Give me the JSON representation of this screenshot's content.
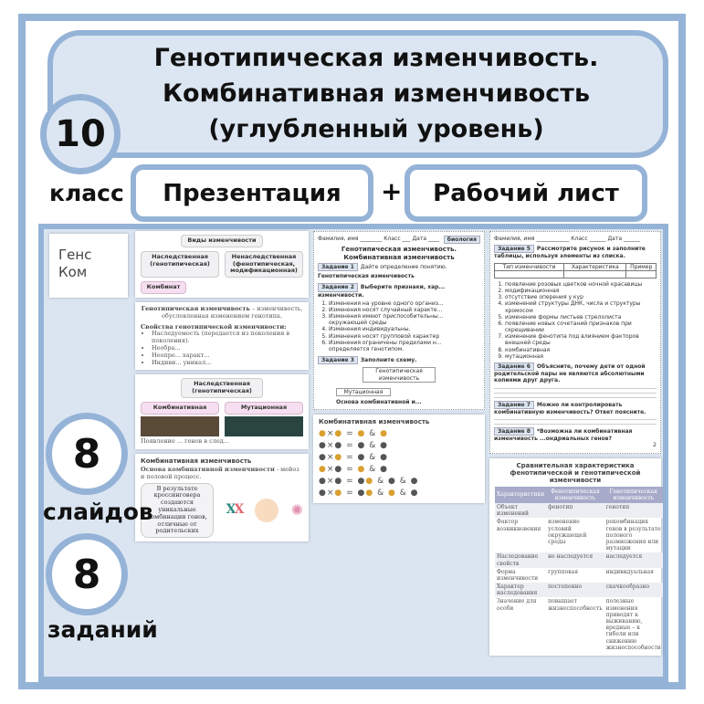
{
  "title": {
    "line1": "Генотипическая изменчивость.",
    "line2": "Комбинативная изменчивость",
    "line3": "(углубленный уровень)"
  },
  "grade": {
    "number": "10",
    "label": "класс"
  },
  "buttons": {
    "presentation": "Презентация",
    "plus": "+",
    "worksheet": "Рабочий лист"
  },
  "slides_count": {
    "number": "8",
    "label": "слайдов"
  },
  "tasks_count": {
    "number": "8",
    "label": "заданий"
  },
  "slide1": {
    "title_a": "Генс",
    "title_b": "Ком"
  },
  "slide2": {
    "root": "Виды изменчивости",
    "left": "Наследственная (генотипическая)",
    "right": "Ненаследственная (фенотипическая, модификационная)",
    "bottom": "Комбинат"
  },
  "slide3": {
    "def_bold": "Генотипическая изменчивость",
    "def_rest": " – изменчивость, обусловленная изменением генотипа.",
    "props_title": "Свойства генотипической изменчивости:",
    "props": [
      "Наследуемость (передается из поколения в поколения).",
      "Необра...",
      "Неопре... характ...",
      "Индиви... уникал..."
    ]
  },
  "slide4": {
    "root": "Наследственная (генотипическая)",
    "left": "Комбинативная",
    "right": "Мутационная",
    "caption": "Появление ... генов в след..."
  },
  "slide5": {
    "title": "Комбинативная изменчивость",
    "subtitle_bold": "Основа комбинативной изменчивости",
    "subtitle_rest": " - мейоз и половой процесс.",
    "box": "В результате кроссинговера создаются уникальные комбинации генов, отличные от родительских"
  },
  "slide6": {
    "title": "Комбинативная изменчивость"
  },
  "slide7": {
    "title": "Сравнительная характеристика фенотипической и генотипической изменчивости",
    "headers": [
      "Характеристики",
      "Фенотипическая изменчивость",
      "Генотипическая изменчивость"
    ],
    "rows": [
      [
        "Объект изменений",
        "фенотип",
        "генотип"
      ],
      [
        "Фактор возникновения",
        "изменение условий окружающей среды",
        "рекомбинация генов в результате полового размножения или мутации"
      ],
      [
        "Наследование свойств",
        "не наследуется",
        "наследуется"
      ],
      [
        "Форма изменчивости",
        "групповая",
        "индивидуальная"
      ],
      [
        "Характер наследования",
        "постепенно",
        "скачкообразно"
      ],
      [
        "Значение для особи",
        "повышает жизнеспособность",
        "полезные изменения приводят к выживанию, вредные – к гибели или снижению жизнеспособности"
      ]
    ]
  },
  "ws1": {
    "header": "Фамилия, имя ________ Класс ___ Дата ____",
    "subject": "биология",
    "title1": "Генотипическая изменчивость.",
    "title2": "Комбинативная изменчивость",
    "tasks": [
      {
        "tag": "Задание 1",
        "text": "Дайте определение понятию."
      },
      {
        "tag": "Задание 2",
        "text": "Выберите признаки, хар... изменчивости."
      },
      {
        "tag": "Задание 3",
        "text": "Заполните схему."
      }
    ],
    "term": "Генотипическая изменчивость",
    "list": [
      "Изменения на уровне одного организ...",
      "Изменения носят случайный характе...",
      "Изменения имеют приспособительны... окружающей среды",
      "Изменения индивидуальны.",
      "Изменения носят групповой характер",
      "Изменения ограничены пределами н... определяется генотипом."
    ],
    "scheme_root": "Генотипическая изменчивость",
    "scheme_leaf": "Мутационная",
    "basis": "Основа комбинативной и..."
  },
  "ws2": {
    "header": "Фамилия, имя ____________ Класс ______ Дата ______",
    "tasks": [
      {
        "tag": "Задание 5",
        "text": "Рассмотрите рисунок и заполните таблицы, используя элементы из списка."
      },
      {
        "tag": "Задание 6",
        "text": "Объясните, почему дети от одной родительской пары не являются абсолютными копиями друг друга."
      },
      {
        "tag": "Задание 7",
        "text": "Можно ли контролировать комбинативную изменчивость? Ответ поясните."
      },
      {
        "tag": "Задание 8",
        "text": "*Возможна ли комбинативная изменчивость ...ондриальных генов?"
      }
    ],
    "table_headers": [
      "Тип изменчивости",
      "Характеристика",
      "Пример"
    ],
    "list": [
      "появление розовых цветков ночной красавицы",
      "модификационная",
      "отсутствие оперения у кур",
      "изменений структуры ДНК, числа и структуры хромосом",
      "изменение формы листьев стрелолиста",
      "появление новых сочетаний признаков при скрещивании",
      "изменение фенотипа под влиянием факторов внешней среды",
      "комбинативная",
      "мутационная"
    ],
    "page": "2"
  },
  "colors": {
    "border": "#95b3d7",
    "fill": "#dce6f2"
  }
}
